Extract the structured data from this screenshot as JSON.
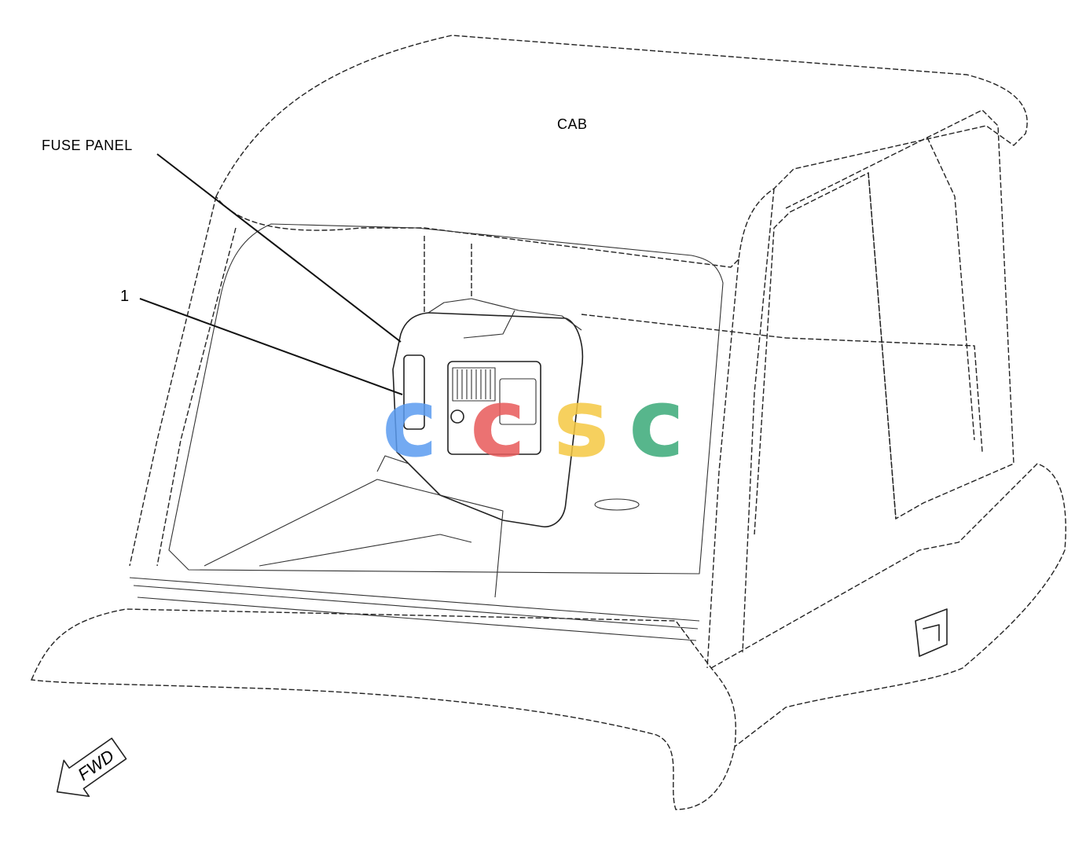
{
  "labels": {
    "cab": "CAB",
    "fuse_panel": "FUSE PANEL",
    "callout_1": "1",
    "fwd": "FWD"
  },
  "watermark": {
    "letters": [
      "c",
      "c",
      "s",
      "c"
    ],
    "colors": [
      "#5b9cf0",
      "#e85a5a",
      "#f5c842",
      "#3aaa78"
    ]
  }
}
